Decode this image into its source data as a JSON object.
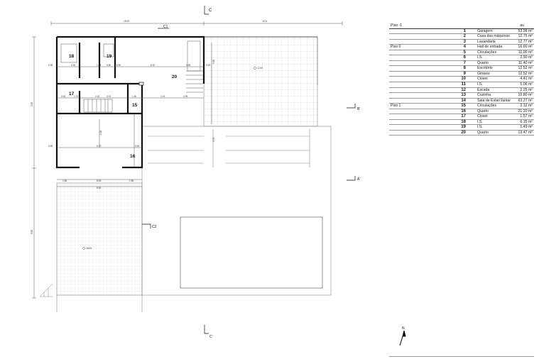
{
  "sections": {
    "c_top": "C",
    "c_bottom": "C'",
    "b_right": "B'",
    "a_right": "A'",
    "c1": "C1",
    "c2": "C2"
  },
  "rooms": {
    "r15": "15",
    "r16": "16",
    "r17": "17",
    "r18": "18",
    "r19": "19",
    "r20": "20"
  },
  "dims": {
    "top_left": "18.00",
    "top_right": "8.01",
    "left_upper": "3.95",
    "left_lower": "8.65",
    "bottom_1": "1.85",
    "bottom_2": "8.05",
    "bottom_3": "1.85",
    "bottom_total": "8.30",
    "row1_a": "0.95",
    "row1_b": "0.90",
    "row1_c": "1.35",
    "row1_d": "0.90",
    "row1_e": "0.90",
    "row1_f": "8.70",
    "row1_g": "0.95",
    "row1_h": "0.15",
    "row2_a": "0.00",
    "row2_b": "1.70",
    "row2_c": "2.15",
    "row2_d": "0.73",
    "row2_e": "1.30",
    "row2_f": "2.15",
    "row2_g": "0.95",
    "row3_a": "0.95",
    "row3_b": "5.70",
    "row3_c": "0.95",
    "v_mid": "1.26",
    "v_right": "3.70",
    "v_top": "3.60"
  },
  "levels": {
    "terrace": "12.50",
    "garden": "18.05"
  },
  "north": "N",
  "legend": {
    "header_area": "au",
    "rows": [
      {
        "level": "Piso -1",
        "num": "",
        "name": "",
        "area": "",
        "head": true
      },
      {
        "level": "",
        "num": "1",
        "name": "Garagem",
        "area": "53.98 m²"
      },
      {
        "level": "",
        "num": "2",
        "name": "Casa das máquinas",
        "area": "12.75 m²"
      },
      {
        "level": "",
        "num": "3",
        "name": "Lavandaria",
        "area": "12.77 m²"
      },
      {
        "level": "Piso 0",
        "num": "4",
        "name": "Hall de entrada",
        "area": "16.60 m²"
      },
      {
        "level": "",
        "num": "5",
        "name": "Circulações",
        "area": "11.00 m²"
      },
      {
        "level": "",
        "num": "6",
        "name": "I.S.",
        "area": "2.90 m²"
      },
      {
        "level": "",
        "num": "7",
        "name": "Quarto",
        "area": "11.40 m²"
      },
      {
        "level": "",
        "num": "8",
        "name": "Escritório",
        "area": "12.52 m²"
      },
      {
        "level": "",
        "num": "9",
        "name": "Ginásio",
        "area": "12.52 m²"
      },
      {
        "level": "",
        "num": "10",
        "name": "Closet",
        "area": "4.41 m²"
      },
      {
        "level": "",
        "num": "11",
        "name": "I.S.",
        "area": "5.06 m²"
      },
      {
        "level": "",
        "num": "12",
        "name": "Escada",
        "area": "2.25 m²"
      },
      {
        "level": "",
        "num": "13",
        "name": "Cozinha",
        "area": "10.80 m²"
      },
      {
        "level": "",
        "num": "14",
        "name": "Sala de Estar/Jantar",
        "area": "63.27 m²"
      },
      {
        "level": "Piso 1",
        "num": "15",
        "name": "Circulações",
        "area": "2.12 m²"
      },
      {
        "level": "",
        "num": "16",
        "name": "Quarto",
        "area": "21.20 m²"
      },
      {
        "level": "",
        "num": "17",
        "name": "Closet",
        "area": "1.57 m²"
      },
      {
        "level": "",
        "num": "18",
        "name": "I.S.",
        "area": "6.15 m²"
      },
      {
        "level": "",
        "num": "19",
        "name": "I.S.",
        "area": "5.49 m²"
      },
      {
        "level": "",
        "num": "20",
        "name": "Quarto",
        "area": "13.47 m²"
      }
    ]
  },
  "colors": {
    "wall": "#111111",
    "line": "#555555",
    "grid": "#bfbfbf",
    "paper": "#ffffff"
  }
}
